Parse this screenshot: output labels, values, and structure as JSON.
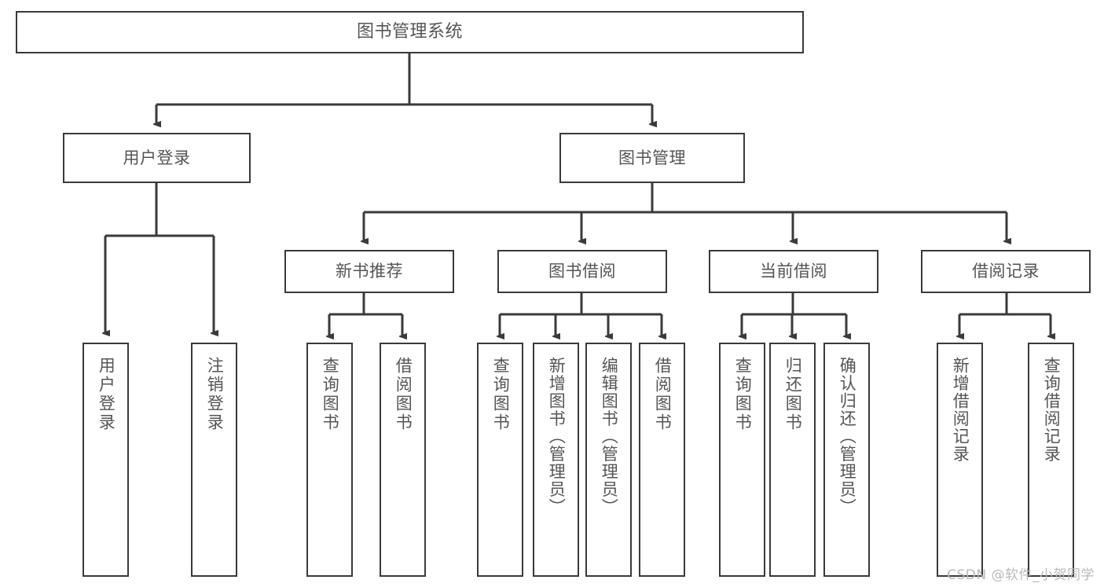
{
  "diagram": {
    "type": "tree-hierarchy-flowchart",
    "title": "图书管理系统",
    "watermark": "CSDN @软件_小贺同学",
    "colors": {
      "background": "#ffffff",
      "box_border": "#3a3a3a",
      "text": "#555555",
      "edge": "#3a3a3a",
      "watermark": "#b9b9b9"
    },
    "levels": [
      {
        "level": 1,
        "nodes": [
          {
            "id": "root",
            "label": "图书管理系统",
            "orientation": "horizontal"
          }
        ]
      },
      {
        "level": 2,
        "nodes": [
          {
            "id": "user-login",
            "label": "用户登录",
            "orientation": "horizontal",
            "parent": "root"
          },
          {
            "id": "book-manage",
            "label": "图书管理",
            "orientation": "horizontal",
            "parent": "root"
          }
        ]
      },
      {
        "level": 3,
        "nodes": [
          {
            "id": "new-book-recommend",
            "label": "新书推荐",
            "orientation": "horizontal",
            "parent": "book-manage"
          },
          {
            "id": "book-borrow",
            "label": "图书借阅",
            "orientation": "horizontal",
            "parent": "book-manage"
          },
          {
            "id": "current-borrow",
            "label": "当前借阅",
            "orientation": "horizontal",
            "parent": "book-manage"
          },
          {
            "id": "borrow-record",
            "label": "借阅记录",
            "orientation": "horizontal",
            "parent": "book-manage"
          }
        ]
      },
      {
        "level": 4,
        "nodes": [
          {
            "id": "leaf-user-login",
            "label": "用户登录",
            "orientation": "vertical",
            "parent": "user-login"
          },
          {
            "id": "leaf-logout",
            "label": "注销登录",
            "orientation": "vertical",
            "parent": "user-login"
          },
          {
            "id": "leaf-query-book-1",
            "label": "查询图书",
            "orientation": "vertical",
            "parent": "new-book-recommend"
          },
          {
            "id": "leaf-borrow-book-1",
            "label": "借阅图书",
            "orientation": "vertical",
            "parent": "new-book-recommend"
          },
          {
            "id": "leaf-query-book-2",
            "label": "查询图书",
            "orientation": "vertical",
            "parent": "book-borrow"
          },
          {
            "id": "leaf-add-book",
            "label": "新增图书（管理员）",
            "orientation": "vertical",
            "parent": "book-borrow"
          },
          {
            "id": "leaf-edit-book",
            "label": "编辑图书（管理员）",
            "orientation": "vertical",
            "parent": "book-borrow"
          },
          {
            "id": "leaf-borrow-book-2",
            "label": "借阅图书",
            "orientation": "vertical",
            "parent": "book-borrow"
          },
          {
            "id": "leaf-query-book-3",
            "label": "查询图书",
            "orientation": "vertical",
            "parent": "current-borrow"
          },
          {
            "id": "leaf-return-book",
            "label": "归还图书",
            "orientation": "vertical",
            "parent": "current-borrow"
          },
          {
            "id": "leaf-confirm-return",
            "label": "确认归还（管理员）",
            "orientation": "vertical",
            "parent": "current-borrow"
          },
          {
            "id": "leaf-add-record",
            "label": "新增借阅记录",
            "orientation": "vertical",
            "parent": "borrow-record"
          },
          {
            "id": "leaf-query-record",
            "label": "查询借阅记录",
            "orientation": "vertical",
            "parent": "borrow-record"
          }
        ]
      }
    ]
  }
}
